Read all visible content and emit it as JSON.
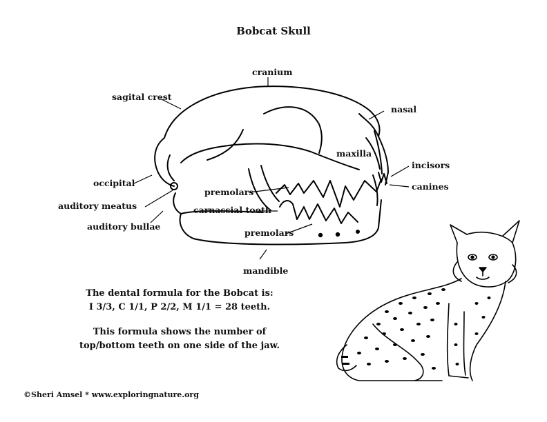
{
  "title": "Bobcat Skull",
  "labels": {
    "cranium": "cranium",
    "sagital_crest": "sagital crest",
    "nasal": "nasal",
    "maxilla": "maxilla",
    "incisors": "incisors",
    "canines": "canines",
    "occipital": "occipital",
    "premolars_upper": "premolars",
    "auditory_meatus": "auditory meatus",
    "carnassial_tooth": "carnassial tooth",
    "auditory_bullae": "auditory bullae",
    "premolars_lower": "premolars",
    "mandible": "mandible"
  },
  "dental": {
    "line1": "The dental formula for the Bobcat is:",
    "line2": "I 3/3, C 1/1, P 2/2, M 1/1 = 28 teeth.",
    "line3": "This formula shows the number of",
    "line4": "top/bottom teeth on one side of the jaw."
  },
  "credit": "©Sheri Amsel * www.exploringnature.org",
  "line_color": "#000000"
}
